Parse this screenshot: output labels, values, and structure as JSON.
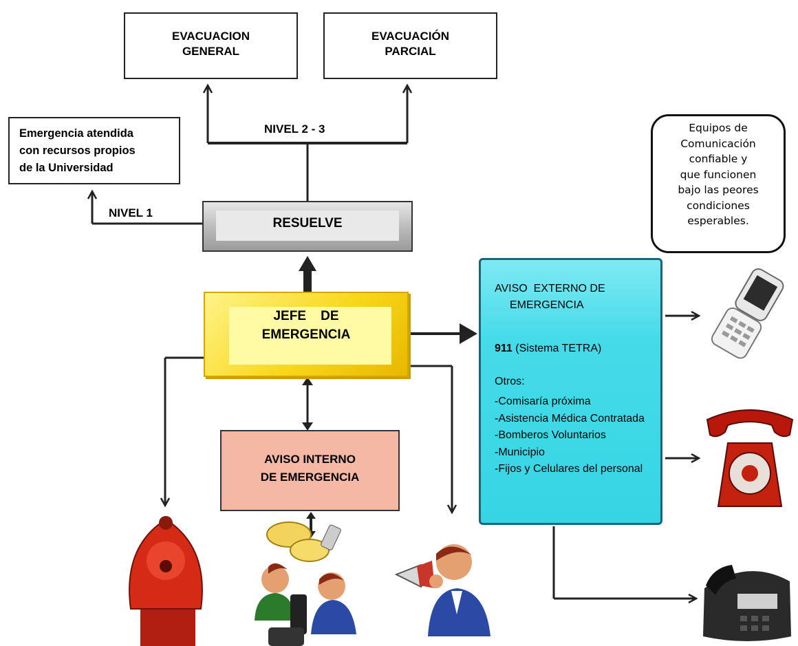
{
  "boxes": {
    "evacuacion_general": [
      "EVACUACION",
      "GENERAL"
    ],
    "evacuacion_parcial": [
      "EVACUACIÓN",
      "PARCIAL"
    ],
    "atendida": [
      "Emergencia atendida",
      "con recursos propios",
      "de  la Universidad"
    ],
    "resuelve": "RESUELVE",
    "jefe": [
      "JEFE    DE",
      "EMERGENCIA"
    ],
    "aviso_interno": [
      "AVISO INTERNO",
      "DE EMERGENCIA"
    ],
    "aviso_externo": {
      "title": [
        "AVISO  EXTERNO DE",
        "EMERGENCIA"
      ],
      "line_911_bold": "911",
      "line_911_rest": " (Sistema TETRA)",
      "otros": "Otros:",
      "items": [
        "-Comisaría próxima",
        "-Asistencia Médica Contratada",
        "-Bomberos Voluntarios",
        "-Municipio",
        "-Fijos y Celulares del personal"
      ]
    },
    "equipos": [
      "Equipos de",
      "Comunicación",
      "confiable y",
      "que funcionen",
      "bajo las peores",
      "condiciones",
      "esperables."
    ]
  },
  "labels": {
    "nivel_23": "NIVEL 2 - 3",
    "nivel_1": "NIVEL 1"
  },
  "icons": [
    "alarm-bell-icon",
    "people-communicating-icon",
    "megaphone-person-icon",
    "mobile-phone-icon",
    "red-rotary-telephone-icon",
    "fax-telephone-icon"
  ],
  "colors": {
    "jefe": "#f8d71a",
    "aviso_interno": "#f5b8a4",
    "aviso_externo": "#36d5e4",
    "resuelve": "#b9b9b9"
  }
}
